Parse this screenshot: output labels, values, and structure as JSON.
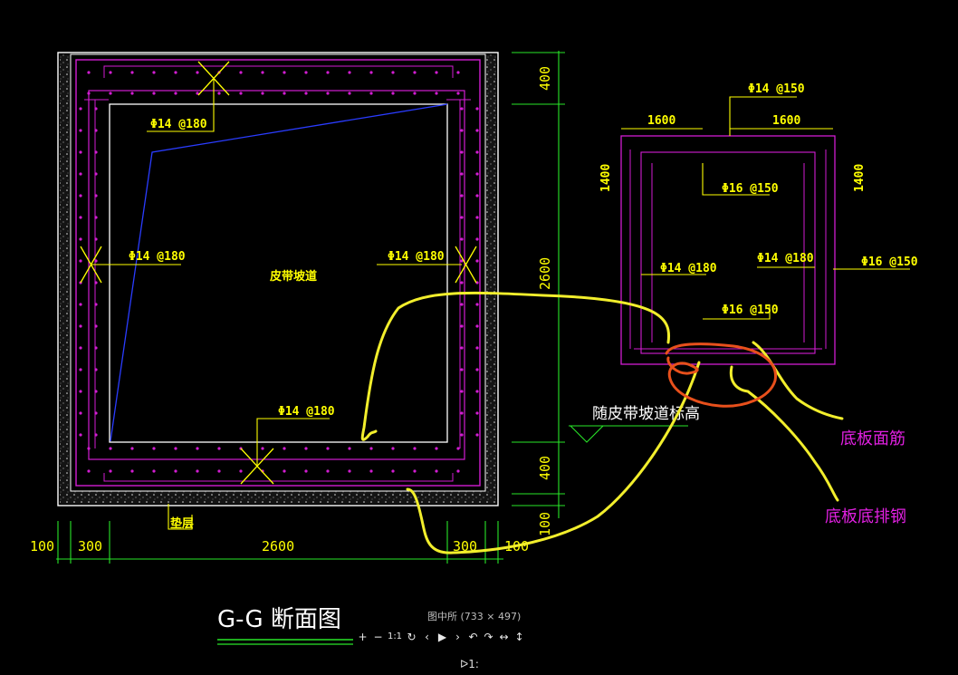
{
  "title": "G-G 断面图",
  "main_section": {
    "center_label": "皮带坡道",
    "rebar_top": "Φ14 @180",
    "rebar_left": "Φ14 @180",
    "rebar_right": "Φ14 @180",
    "rebar_bottom": "Φ14 @180",
    "base_label": "垫层",
    "dims_bottom": [
      "100",
      "300",
      "2600",
      "300",
      "100"
    ],
    "dims_right": [
      "400",
      "2600",
      "400",
      "100"
    ]
  },
  "detail_section": {
    "top_rebar": "Φ14 @150",
    "top_dims": [
      "1600",
      "1600"
    ],
    "side_dims": [
      "1400",
      "1400"
    ],
    "inner_top": "Φ16 @150",
    "inner_left": "Φ14 @180",
    "inner_right": "Φ14 @180",
    "outer_right": "Φ16 @150",
    "inner_bottom": "Φ16 @150",
    "elevation_note": "随皮带坡道标高"
  },
  "annotations": {
    "top_bars": "底板面筋",
    "bottom_bars": "底板底排钢"
  },
  "viewer": {
    "caption": "图中所 (733 × 497)",
    "toolbar": [
      "+",
      "−",
      "1:1",
      "↻",
      "‹",
      "▶",
      "›",
      "↶",
      "↷",
      "↔",
      "↕"
    ],
    "logo": "ᐅ1:"
  },
  "colors": {
    "background": "#000000",
    "frame": "#ffffff",
    "rebar": "#d21dd2",
    "dims": "#29e629",
    "text": "#ffff00",
    "blue_line": "#2a3cff",
    "annotation_yellow": "#f2ee2c",
    "annotation_orange": "#e8501c",
    "annotation_text": "#e020e0"
  }
}
